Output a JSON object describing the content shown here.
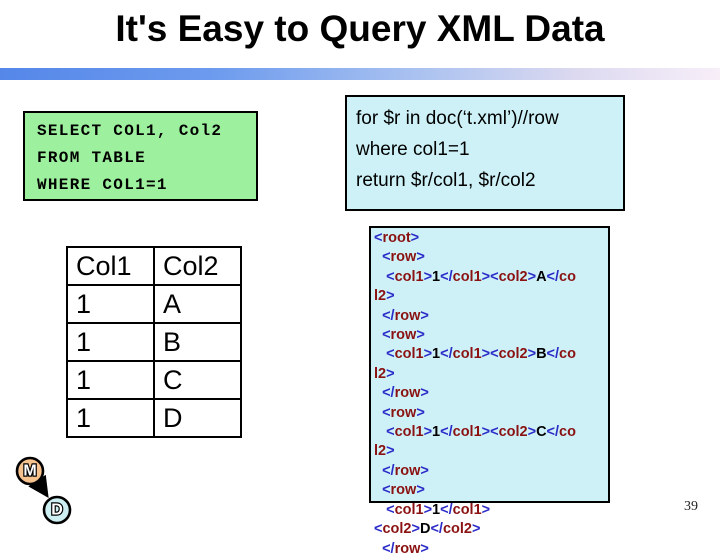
{
  "slide": {
    "title": "It's Easy to Query XML Data",
    "page_number": "39"
  },
  "sql_box": {
    "language": "SQL",
    "lines": [
      "SELECT COL1, Col2",
      "FROM TABLE",
      "WHERE COL1=1"
    ]
  },
  "xquery_box": {
    "language": "XQuery",
    "lines": [
      "for $r in doc(‘t.xml’)//row",
      "where col1=1",
      "return $r/col1, $r/col2"
    ]
  },
  "table": {
    "headers": [
      "Col1",
      "Col2"
    ],
    "rows": [
      [
        "1",
        "A"
      ],
      [
        "1",
        "B"
      ],
      [
        "1",
        "C"
      ],
      [
        "1",
        "D"
      ]
    ]
  },
  "xml_box": {
    "lines": [
      "<root>",
      "  <row>",
      "   <col1>1</col1><col2>A</co",
      "l2>",
      "  </row>",
      "  <row>",
      "   <col1>1</col1><col2>B</co",
      "l2>",
      "  </row>",
      "  <row>",
      "   <col1>1</col1><col2>C</co",
      "l2>",
      "  </row>",
      "  <row>",
      "   <col1>1</col1>",
      "<col2>D</col2>",
      "  </row>"
    ]
  },
  "diagram": {
    "m_label": "M",
    "d_label": "D"
  },
  "colors": {
    "accent_bar_start": "#5587e9",
    "accent_bar_end": "#f7eef8",
    "sql_box_bg": "#9df09d",
    "query_box_bg": "#cdf1f7",
    "xml_tag": "#8b1212",
    "xml_punct": "#2b2bc8",
    "m_fill": "#f6c28e",
    "d_fill": "#cdeff2"
  }
}
